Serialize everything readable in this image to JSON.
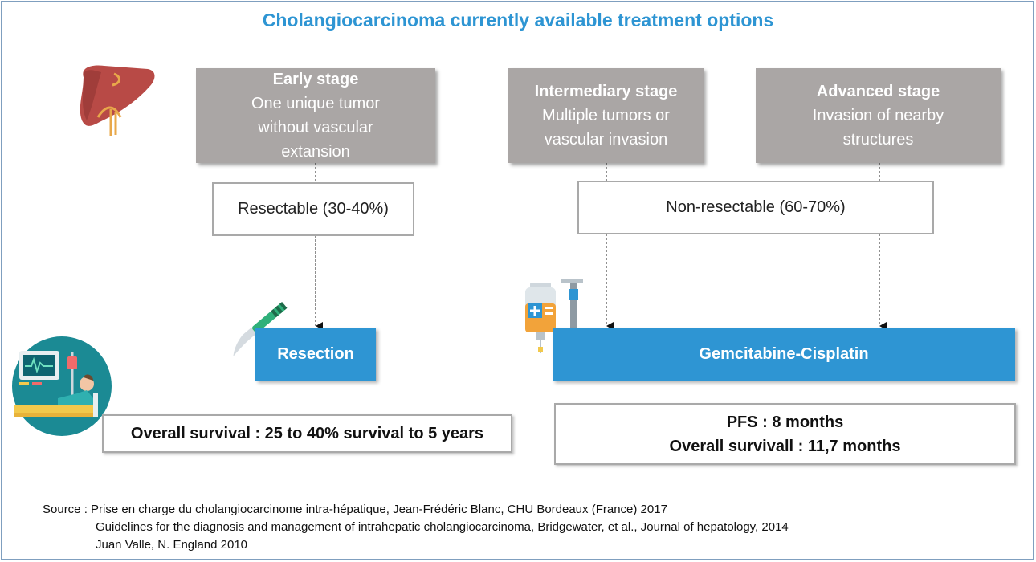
{
  "title": "Cholangiocarcinoma currently available treatment options",
  "stages": {
    "early": {
      "title": "Early stage",
      "desc": "One unique tumor\nwithout vascular\nextansion"
    },
    "intermediary": {
      "title": "Intermediary stage",
      "desc": "Multiple tumors or\nvascular invasion"
    },
    "advanced": {
      "title": "Advanced stage",
      "desc": "Invasion of nearby\nstructures"
    }
  },
  "resectable_label": "Resectable (30-40%)",
  "nonresectable_label": "Non-resectable (60-70%)",
  "treatments": {
    "resection": "Resection",
    "chemo": "Gemcitabine-Cisplatin"
  },
  "survival": {
    "resection": "Overall survival : 25 to 40% survival to 5 years",
    "chemo_pfs": "PFS : 8 months",
    "chemo_os": "Overall survivall : 11,7 months"
  },
  "source": {
    "prefix": "Source : ",
    "line1": "Prise en charge du cholangiocarcinome intra-hépatique, Jean-Frédéric Blanc, CHU Bordeaux (France) 2017",
    "line2": "Guidelines for the diagnosis and management of intrahepatic cholangiocarcinoma, Bridgewater, et al., Journal of hepatology, 2014",
    "line3": "Juan Valle, N. England 2010"
  },
  "colors": {
    "accent": "#2e95d3",
    "stage_bg": "#aaa6a5",
    "box_border": "#a9a9a9"
  },
  "icons": [
    "liver-icon",
    "scalpel-icon",
    "iv-drip-icon",
    "hospital-patient-icon"
  ]
}
